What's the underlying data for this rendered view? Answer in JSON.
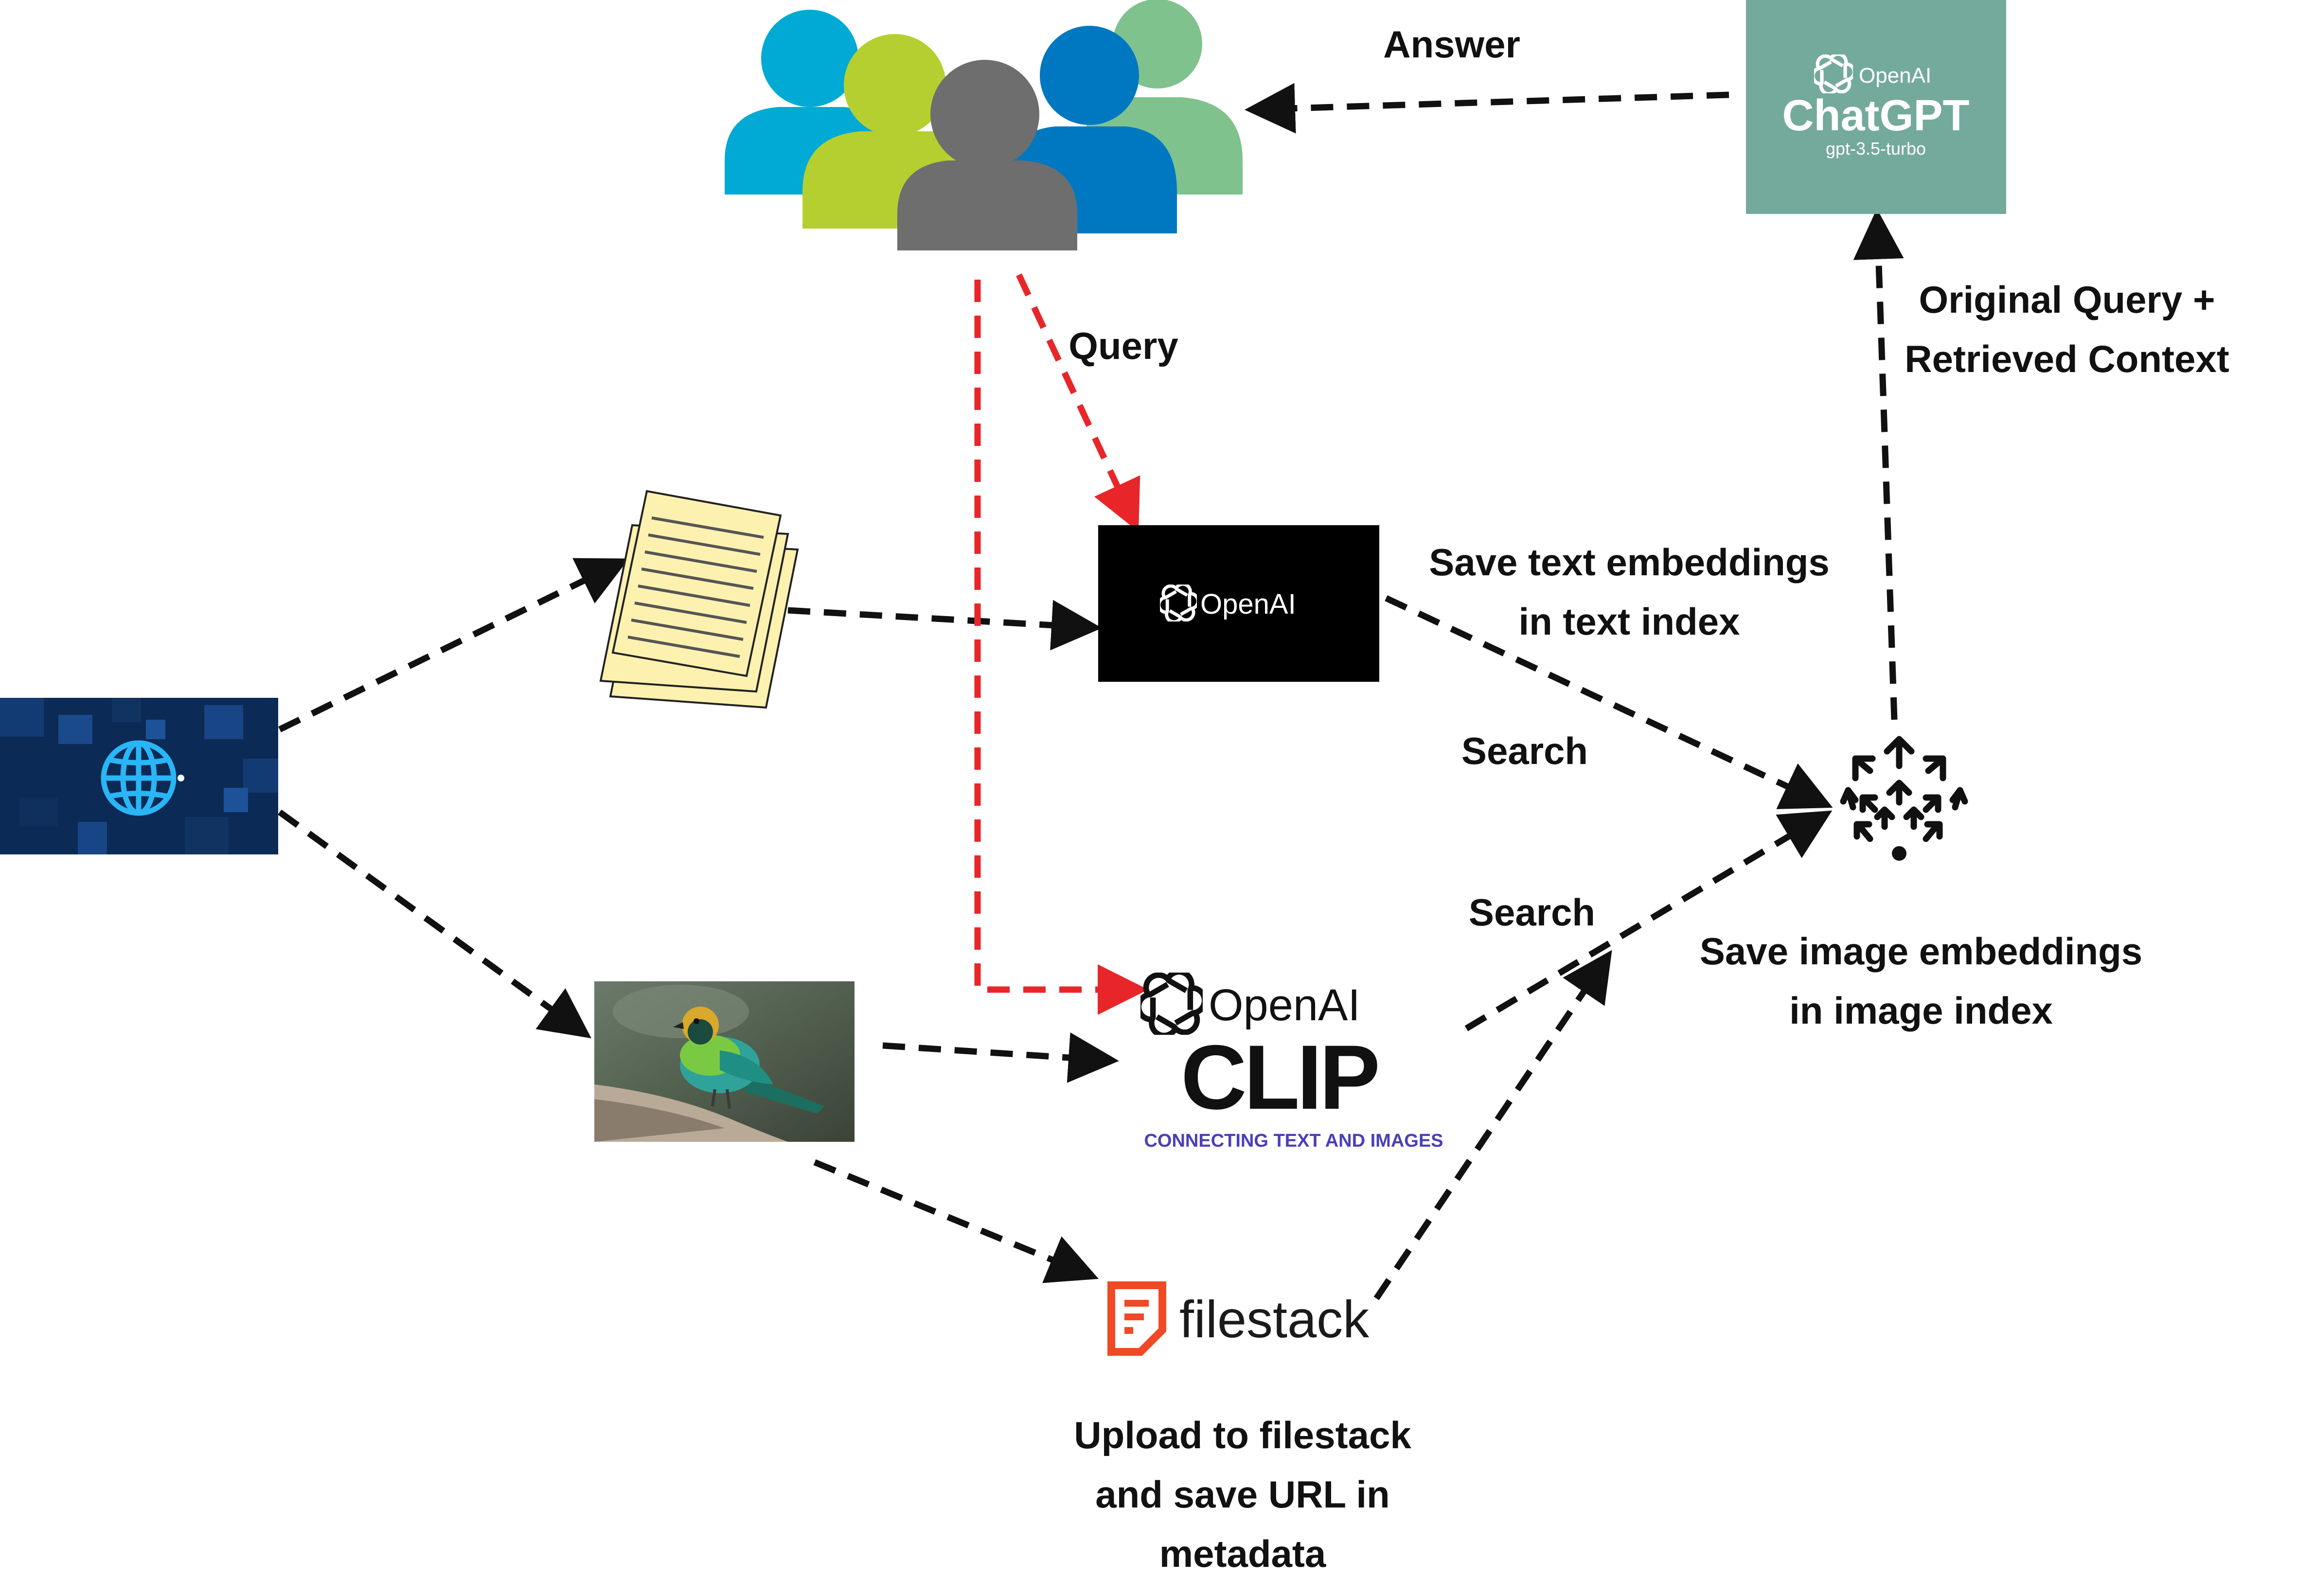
{
  "labels": {
    "answer": "Answer",
    "query": "Query",
    "original_query_line1": "Original Query +",
    "original_query_line2": "Retrieved Context",
    "save_text_line1": "Save text embeddings",
    "save_text_line2": "in text index",
    "search_text": "Search",
    "search_image": "Search",
    "save_image_line1": "Save image embeddings",
    "save_image_line2": "in image index",
    "upload_line1": "Upload to filestack",
    "upload_line2": "and save URL in",
    "upload_line3": "metadata"
  },
  "logos": {
    "chatgpt": {
      "brand": "OpenAI",
      "name": "ChatGPT",
      "model": "gpt-3.5-turbo"
    },
    "openai_embeddings": {
      "brand": "OpenAI"
    },
    "clip": {
      "brand": "OpenAI",
      "name": "CLIP",
      "tagline": "CONNECTING TEXT AND IMAGES"
    },
    "filestack": {
      "name": "filestack"
    }
  },
  "icons": {
    "users": "users-group-icon",
    "web": "globe-icon",
    "documents": "documents-icon",
    "bird": "bird-photo",
    "vector_store": "vector-store-icon",
    "openai_knot": "openai-knot-icon",
    "filestack_logo": "filestack-logo-icon"
  },
  "colors": {
    "arrow": "#111111",
    "query_arrow": "#e8262a",
    "chatgpt_bg": "#74aa9c",
    "openai_box": "#000000",
    "clip_tagline": "#4a3fb8",
    "filestack": "#ef4a25",
    "globe": "#29b6f6",
    "web_bg": "#0b2a55",
    "doc_paper": "#fdf1b0",
    "user_colors": [
      "#00aad4",
      "#b5cf30",
      "#6e6e6e",
      "#0078c1",
      "#7fc28e"
    ]
  }
}
